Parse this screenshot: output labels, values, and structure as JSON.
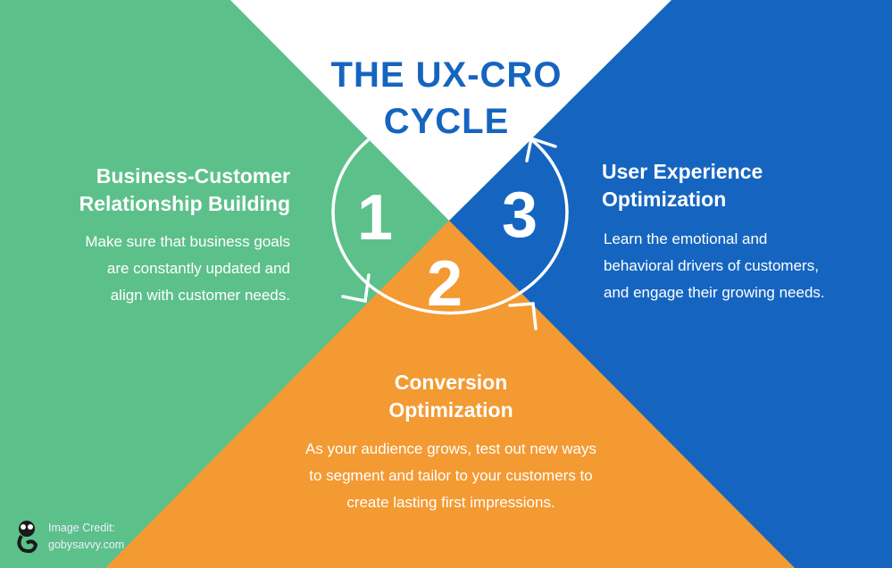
{
  "title": {
    "line1": "THE UX-CRO",
    "line2": "CYCLE"
  },
  "colors": {
    "green": "#5cc08a",
    "blue": "#1565c0",
    "orange": "#f39a33",
    "white": "#ffffff"
  },
  "steps": [
    {
      "number": "1",
      "heading": [
        "Business-Customer",
        "Relationship Building"
      ],
      "body": [
        "Make sure that business goals",
        "are constantly updated and",
        "align with customer needs."
      ]
    },
    {
      "number": "2",
      "heading": [
        "Conversion",
        "Optimization"
      ],
      "body": [
        "As your audience grows, test out new ways",
        "to segment and tailor to your customers to",
        "create lasting first impressions."
      ]
    },
    {
      "number": "3",
      "heading": [
        "User Experience",
        "Optimization"
      ],
      "body": [
        "Learn the emotional and",
        "behavioral drivers of customers,",
        "and engage their growing needs."
      ]
    }
  ],
  "credit": {
    "line1": "Image Credit:",
    "line2": "gobysavvy.com"
  }
}
